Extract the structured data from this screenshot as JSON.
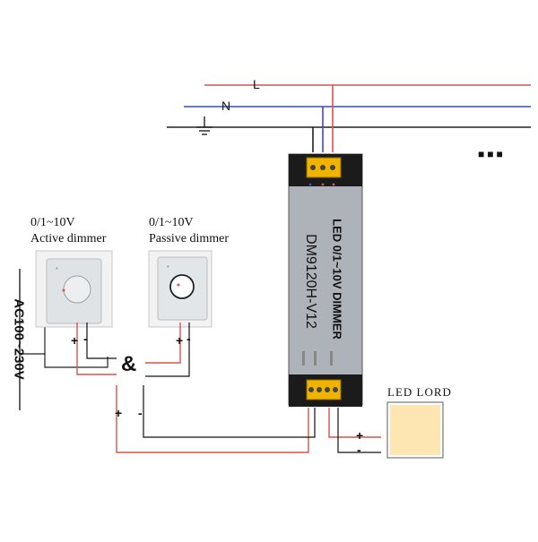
{
  "lines": {
    "l_label": "L",
    "n_label": "N"
  },
  "colors": {
    "live": "#d9534f",
    "neutral": "#3b4fb0",
    "ground": "#222222",
    "signal_red": "#d9534f",
    "signal_black": "#111111",
    "device_body": "#aeb3b9",
    "terminal": "#f0b400",
    "led_panel": "#fde6b2"
  },
  "continuation": "■■■",
  "supply": {
    "label": "AC100~230V"
  },
  "active_dimmer": {
    "range": "0/1~10V",
    "title": "Active dimmer",
    "plus": "+",
    "minus": "-"
  },
  "passive_dimmer": {
    "range": "0/1~10V",
    "title": "Passive dimmer",
    "plus": "+",
    "minus": "-"
  },
  "joiner": "&",
  "bus": {
    "plus": "+",
    "minus": "-"
  },
  "device": {
    "title": "LED 0/1~10V DIMMER",
    "model": "DM9120H-V12"
  },
  "led": {
    "title": "LED LORD",
    "plus": "+",
    "minus": "-"
  }
}
